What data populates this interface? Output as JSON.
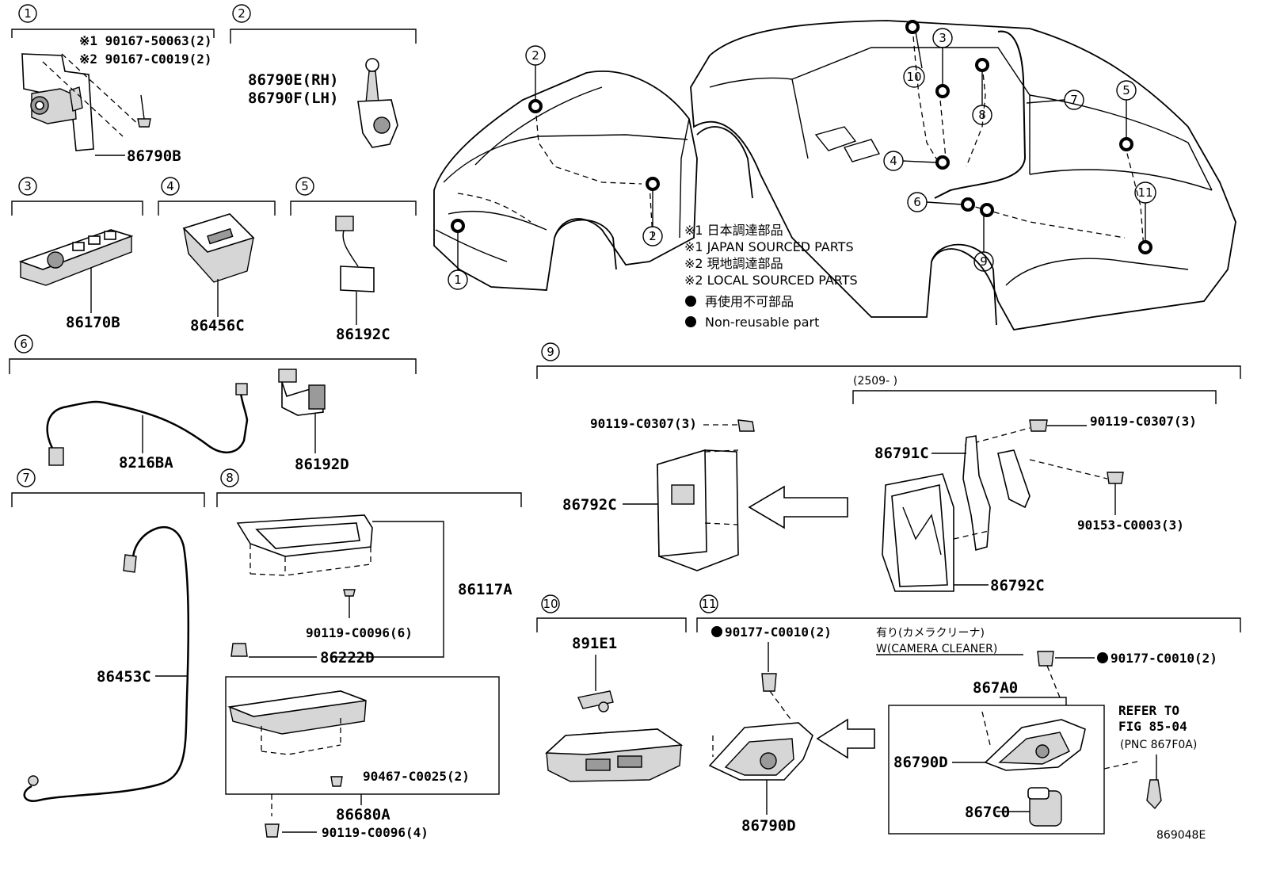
{
  "sections": [
    {
      "num": "1",
      "parts": [
        "※1 90167-50063(2)",
        "※2 90167-C0019(2)",
        "86790B"
      ]
    },
    {
      "num": "2",
      "parts": [
        "86790E(RH)",
        "86790F(LH)"
      ]
    },
    {
      "num": "3",
      "parts": [
        "86170B"
      ]
    },
    {
      "num": "4",
      "parts": [
        "86456C"
      ]
    },
    {
      "num": "5",
      "parts": [
        "86192C"
      ]
    },
    {
      "num": "6",
      "parts": [
        "8216BA",
        "86192D"
      ]
    },
    {
      "num": "7",
      "parts": [
        "86453C"
      ]
    },
    {
      "num": "8",
      "parts": [
        "86117A",
        "90119-C0096(6)",
        "86222D",
        "90467-C0025(2)",
        "86680A",
        "90119-C0096(4)"
      ]
    },
    {
      "num": "9",
      "parts": [
        "90119-C0307(3)",
        "86792C",
        "(2509-      )",
        "90119-C0307(3)",
        "86791C",
        "90153-C0003(3)",
        "86792C"
      ]
    },
    {
      "num": "10",
      "parts": [
        "891E1"
      ]
    },
    {
      "num": "11",
      "parts": [
        "90177-C0010(2)",
        "86790D",
        "有り(カメラクリーナ)",
        "W(CAMERA CLEANER)",
        "90177-C0010(2)",
        "867A0",
        "86790D",
        "867C0",
        "REFER TO",
        "FIG 85-04",
        "(PNC 867F0A)"
      ]
    }
  ],
  "legend": {
    "jp1": "※1 日本調達部品",
    "en1": "※1 JAPAN SOURCED PARTS",
    "jp2": "※2 現地調達部品",
    "en2": "※2 LOCAL SOURCED PARTS",
    "jp3": "再使用不可部品",
    "en3": "Non-reusable part"
  },
  "callouts": {
    "front": [
      "2",
      "2",
      "1"
    ],
    "rear": [
      "3",
      "10",
      "8",
      "7",
      "5",
      "4",
      "6",
      "9",
      "11"
    ]
  },
  "figure_id": "869048E"
}
